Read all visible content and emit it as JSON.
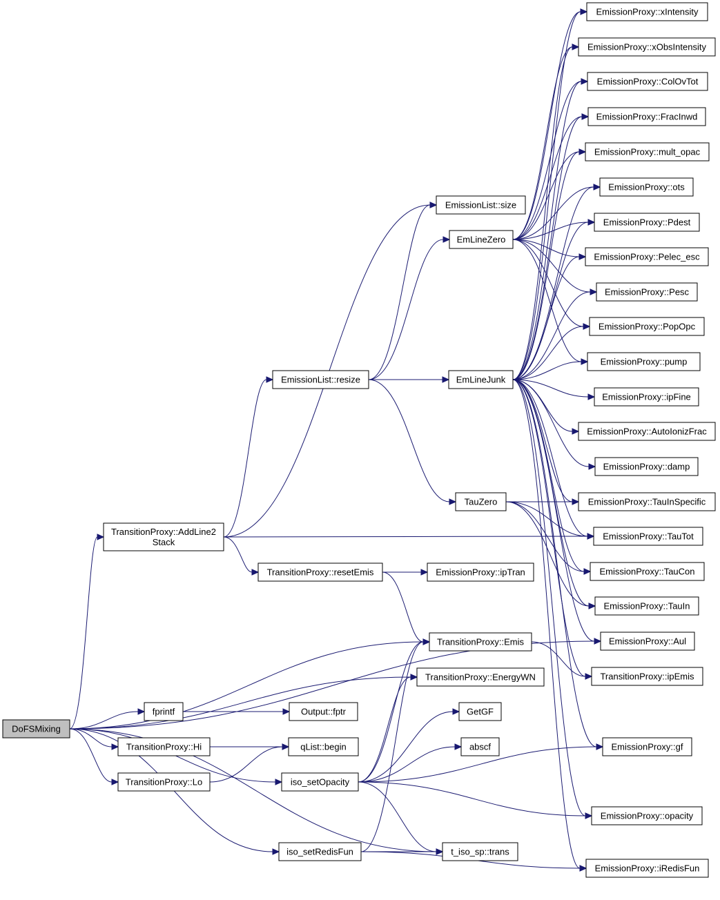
{
  "root": "DoFSMixing",
  "nodes": {
    "dofs": {
      "lines": [
        "DoFSMixing"
      ],
      "root": true
    },
    "addline": {
      "lines": [
        "TransitionProxy::AddLine2",
        "Stack"
      ]
    },
    "resize": {
      "lines": [
        "EmissionList::resize"
      ]
    },
    "size": {
      "lines": [
        "EmissionList::size"
      ]
    },
    "emzero": {
      "lines": [
        "EmLineZero"
      ]
    },
    "emjunk": {
      "lines": [
        "EmLineJunk"
      ]
    },
    "tauzero": {
      "lines": [
        "TauZero"
      ]
    },
    "reset": {
      "lines": [
        "TransitionProxy::resetEmis"
      ]
    },
    "iptran": {
      "lines": [
        "EmissionProxy::ipTran"
      ]
    },
    "temis": {
      "lines": [
        "TransitionProxy::Emis"
      ]
    },
    "energy": {
      "lines": [
        "TransitionProxy::EnergyWN"
      ]
    },
    "fprintf": {
      "lines": [
        "fprintf"
      ]
    },
    "fptr": {
      "lines": [
        "Output::fptr"
      ]
    },
    "thi": {
      "lines": [
        "TransitionProxy::Hi"
      ]
    },
    "tlo": {
      "lines": [
        "TransitionProxy::Lo"
      ]
    },
    "qbegin": {
      "lines": [
        "qList::begin"
      ]
    },
    "isoop": {
      "lines": [
        "iso_setOpacity"
      ]
    },
    "isoredis": {
      "lines": [
        "iso_setRedisFun"
      ]
    },
    "getgf": {
      "lines": [
        "GetGF"
      ]
    },
    "abscf": {
      "lines": [
        "abscf"
      ]
    },
    "trans": {
      "lines": [
        "t_iso_sp::trans"
      ]
    },
    "xint": {
      "lines": [
        "EmissionProxy::xIntensity"
      ]
    },
    "xobs": {
      "lines": [
        "EmissionProxy::xObsIntensity"
      ]
    },
    "colov": {
      "lines": [
        "EmissionProxy::ColOvTot"
      ]
    },
    "fracin": {
      "lines": [
        "EmissionProxy::FracInwd"
      ]
    },
    "multop": {
      "lines": [
        "EmissionProxy::mult_opac"
      ]
    },
    "ots": {
      "lines": [
        "EmissionProxy::ots"
      ]
    },
    "pdest": {
      "lines": [
        "EmissionProxy::Pdest"
      ]
    },
    "pelec": {
      "lines": [
        "EmissionProxy::Pelec_esc"
      ]
    },
    "pesc": {
      "lines": [
        "EmissionProxy::Pesc"
      ]
    },
    "popopc": {
      "lines": [
        "EmissionProxy::PopOpc"
      ]
    },
    "pump": {
      "lines": [
        "EmissionProxy::pump"
      ]
    },
    "ipfine": {
      "lines": [
        "EmissionProxy::ipFine"
      ]
    },
    "autoion": {
      "lines": [
        "EmissionProxy::AutoIonizFrac"
      ]
    },
    "damp": {
      "lines": [
        "EmissionProxy::damp"
      ]
    },
    "tauinsp": {
      "lines": [
        "EmissionProxy::TauInSpecific"
      ]
    },
    "tautot": {
      "lines": [
        "EmissionProxy::TauTot"
      ]
    },
    "taucon": {
      "lines": [
        "EmissionProxy::TauCon"
      ]
    },
    "tauin": {
      "lines": [
        "EmissionProxy::TauIn"
      ]
    },
    "aul": {
      "lines": [
        "EmissionProxy::Aul"
      ]
    },
    "ipemis": {
      "lines": [
        "TransitionProxy::ipEmis"
      ]
    },
    "gf": {
      "lines": [
        "EmissionProxy::gf"
      ]
    },
    "opacity": {
      "lines": [
        "EmissionProxy::opacity"
      ]
    },
    "iredis": {
      "lines": [
        "EmissionProxy::iRedisFun"
      ]
    }
  },
  "edges": [
    [
      "dofs",
      "addline"
    ],
    [
      "dofs",
      "fprintf"
    ],
    [
      "dofs",
      "thi"
    ],
    [
      "dofs",
      "tlo"
    ],
    [
      "dofs",
      "isoop"
    ],
    [
      "dofs",
      "isoredis"
    ],
    [
      "dofs",
      "trans"
    ],
    [
      "dofs",
      "aul"
    ],
    [
      "dofs",
      "temis"
    ],
    [
      "dofs",
      "energy"
    ],
    [
      "addline",
      "resize"
    ],
    [
      "addline",
      "size"
    ],
    [
      "addline",
      "reset"
    ],
    [
      "addline",
      "tautot"
    ],
    [
      "resize",
      "size"
    ],
    [
      "resize",
      "emzero"
    ],
    [
      "resize",
      "emjunk"
    ],
    [
      "resize",
      "tauzero"
    ],
    [
      "emzero",
      "xint"
    ],
    [
      "emzero",
      "xobs"
    ],
    [
      "emzero",
      "colov"
    ],
    [
      "emzero",
      "fracin"
    ],
    [
      "emzero",
      "multop"
    ],
    [
      "emzero",
      "ots"
    ],
    [
      "emzero",
      "pdest"
    ],
    [
      "emzero",
      "pelec"
    ],
    [
      "emzero",
      "pesc"
    ],
    [
      "emzero",
      "popopc"
    ],
    [
      "emzero",
      "pump"
    ],
    [
      "emjunk",
      "xint"
    ],
    [
      "emjunk",
      "xobs"
    ],
    [
      "emjunk",
      "colov"
    ],
    [
      "emjunk",
      "fracin"
    ],
    [
      "emjunk",
      "multop"
    ],
    [
      "emjunk",
      "ots"
    ],
    [
      "emjunk",
      "pdest"
    ],
    [
      "emjunk",
      "pelec"
    ],
    [
      "emjunk",
      "pesc"
    ],
    [
      "emjunk",
      "popopc"
    ],
    [
      "emjunk",
      "pump"
    ],
    [
      "emjunk",
      "ipfine"
    ],
    [
      "emjunk",
      "autoion"
    ],
    [
      "emjunk",
      "damp"
    ],
    [
      "emjunk",
      "tauinsp"
    ],
    [
      "emjunk",
      "tautot"
    ],
    [
      "emjunk",
      "taucon"
    ],
    [
      "emjunk",
      "tauin"
    ],
    [
      "emjunk",
      "aul"
    ],
    [
      "emjunk",
      "ipemis"
    ],
    [
      "emjunk",
      "gf"
    ],
    [
      "emjunk",
      "opacity"
    ],
    [
      "emjunk",
      "iredis"
    ],
    [
      "tauzero",
      "tauinsp"
    ],
    [
      "tauzero",
      "tautot"
    ],
    [
      "tauzero",
      "taucon"
    ],
    [
      "tauzero",
      "tauin"
    ],
    [
      "reset",
      "iptran"
    ],
    [
      "reset",
      "temis"
    ],
    [
      "temis",
      "ipemis"
    ],
    [
      "fprintf",
      "fptr"
    ],
    [
      "thi",
      "qbegin"
    ],
    [
      "tlo",
      "qbegin"
    ],
    [
      "isoop",
      "temis"
    ],
    [
      "isoop",
      "energy"
    ],
    [
      "isoop",
      "getgf"
    ],
    [
      "isoop",
      "abscf"
    ],
    [
      "isoop",
      "gf"
    ],
    [
      "isoop",
      "opacity"
    ],
    [
      "isoop",
      "trans"
    ],
    [
      "isoredis",
      "trans"
    ],
    [
      "isoredis",
      "iredis"
    ],
    [
      "isoredis",
      "temis"
    ]
  ]
}
